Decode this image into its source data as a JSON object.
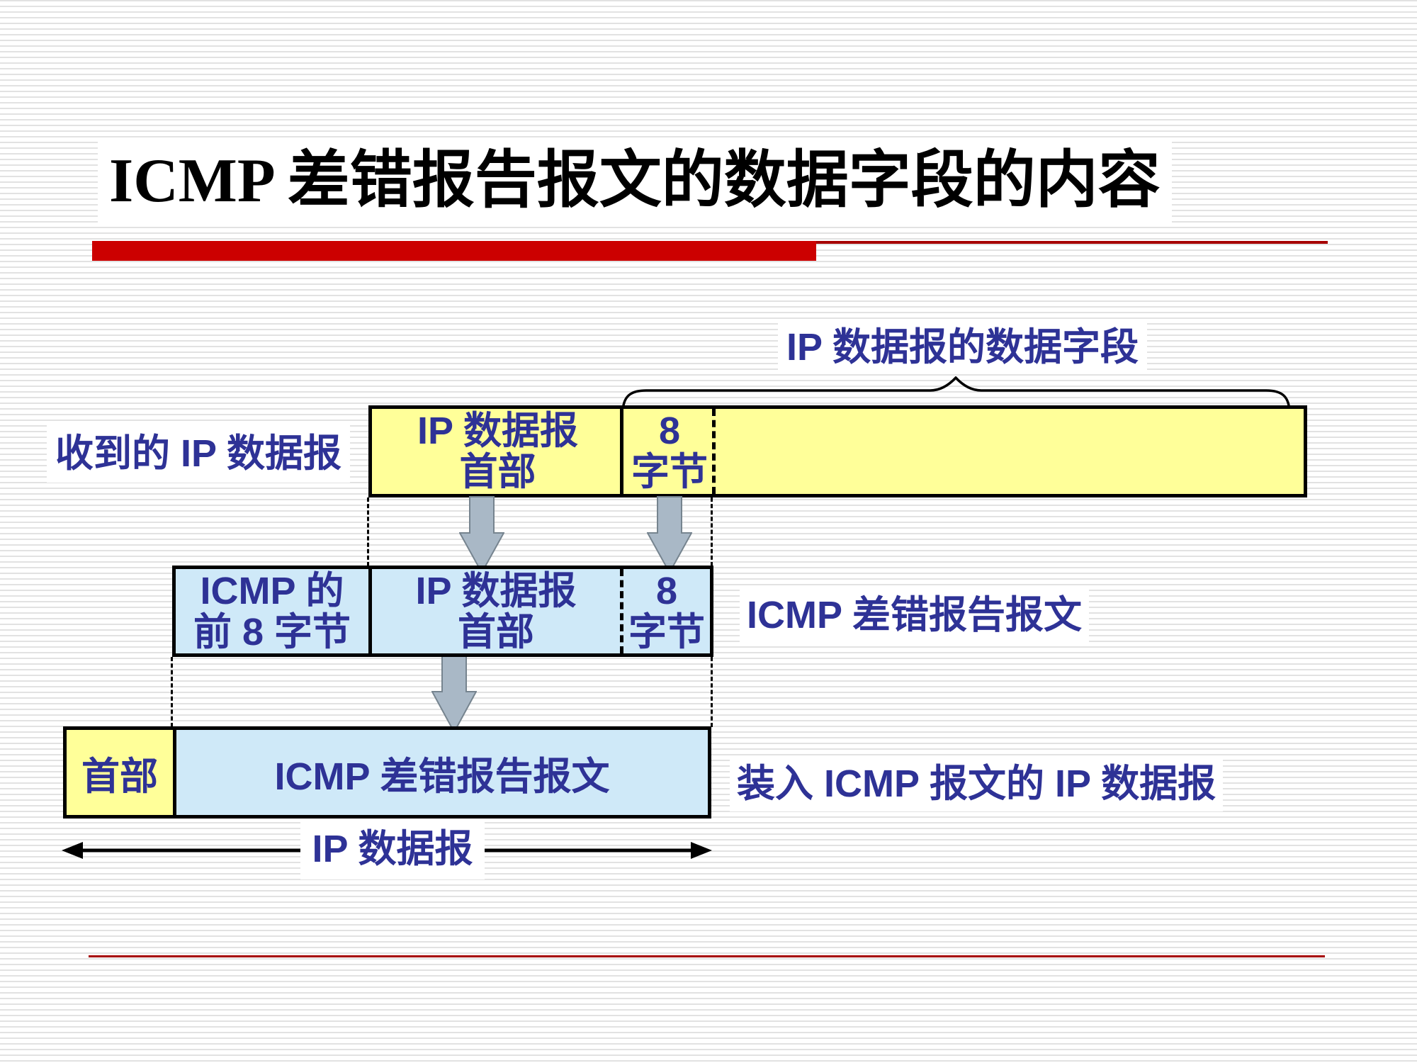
{
  "slide": {
    "title": "ICMP 差错报告报文的数据字段的内容"
  },
  "colors": {
    "accent_bar_red": "#cc0000",
    "thin_rule_red": "#a60000",
    "box_yellow": "#ffff99",
    "box_blue": "#cfe9f8",
    "text_navy": "#2e3296",
    "arrow_gray": "#a9b8c6",
    "stripe_gray": "#e2e2e2"
  },
  "diagram": {
    "data_field_label": "IP 数据报的数据字段",
    "received_label": "收到的 IP 数据报",
    "top_row": {
      "ip_header": [
        "IP 数据报",
        "首部"
      ],
      "eight_bytes": [
        "8",
        "字节"
      ]
    },
    "middle_row": {
      "icmp_first8": [
        "ICMP 的",
        "前 8 字节"
      ],
      "ip_header": [
        "IP 数据报",
        "首部"
      ],
      "eight_bytes": [
        "8",
        "字节"
      ]
    },
    "icmp_message_label": "ICMP 差错报告报文",
    "bottom_row": {
      "header": "首部",
      "body": "ICMP 差错报告报文"
    },
    "loaded_label": "装入 ICMP 报文的 IP 数据报",
    "ip_datagram_label": "IP 数据报"
  }
}
